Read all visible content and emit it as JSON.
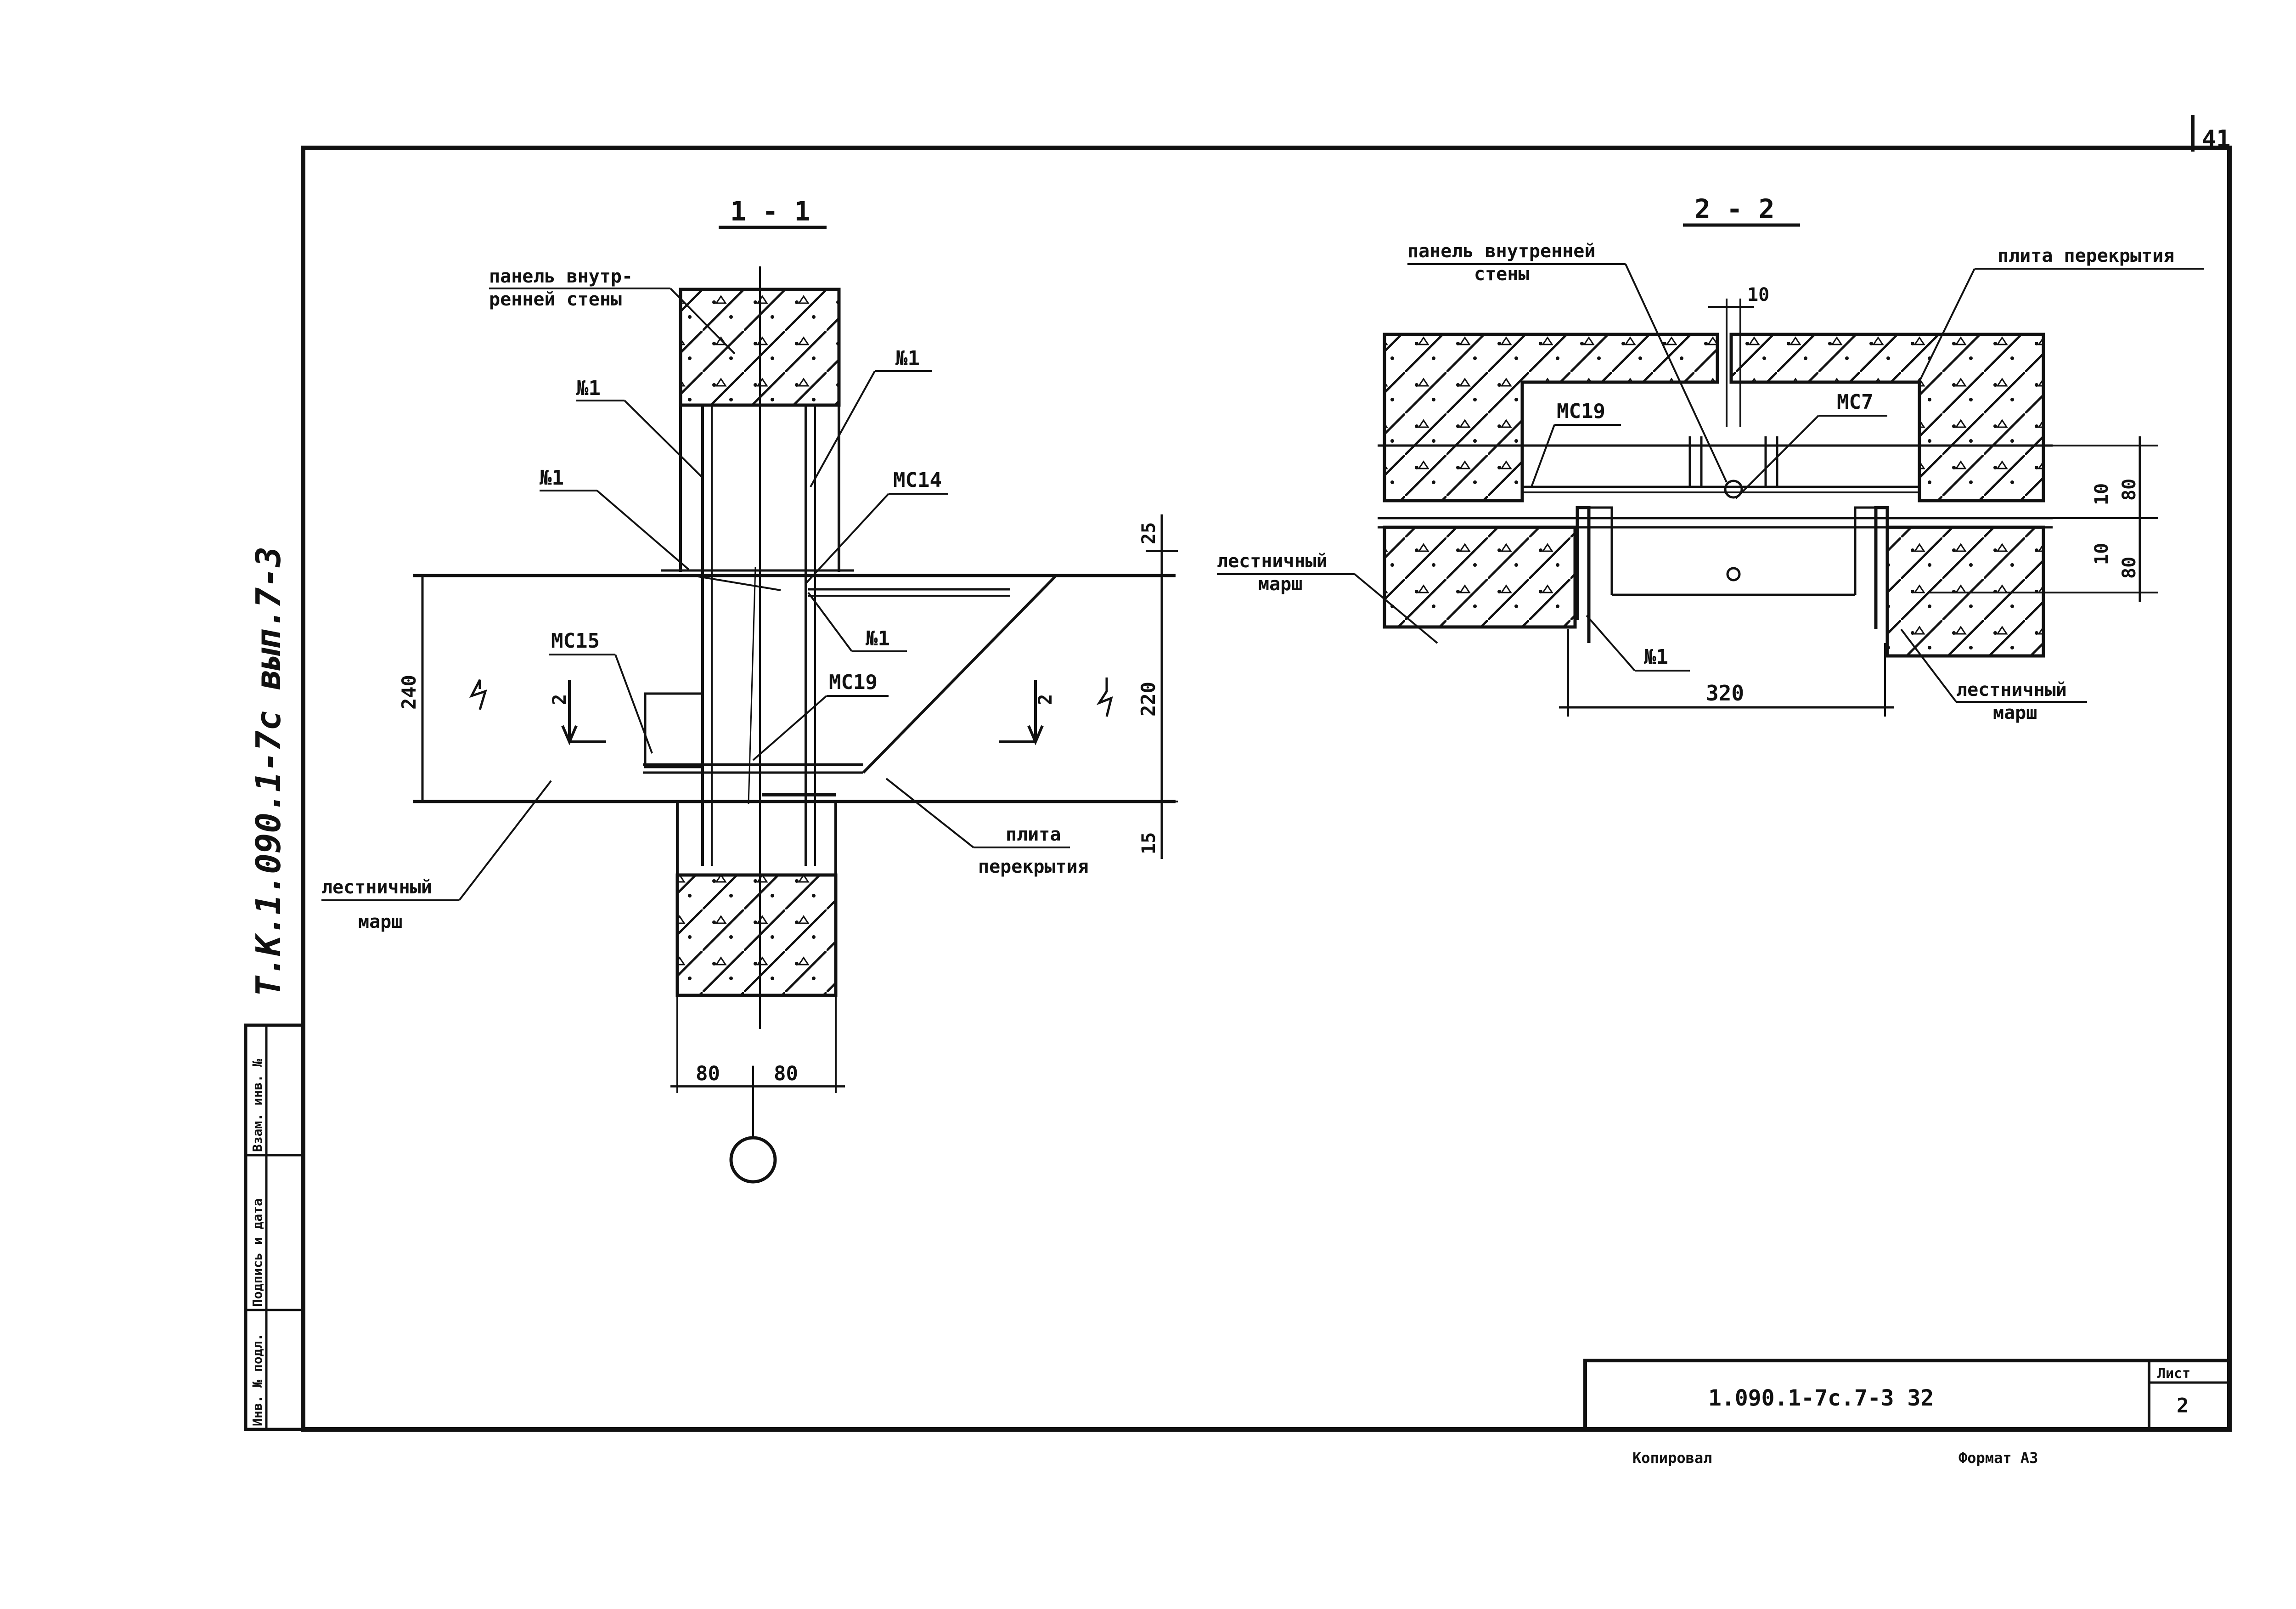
{
  "sheet": {
    "page_number": "41",
    "side_stamp": "Т.К.1.090.1-7с вып.7-3",
    "designation": "1.090.1-7с.7-3 32",
    "sheet_label": "Лист",
    "sheet_number": "2",
    "footer_copy": "Копировал",
    "footer_format": "Формат А3",
    "stamp_columns": [
      "Инв. № подл.",
      "Подпись и дата",
      "Взам. инв. №"
    ]
  },
  "section_1": {
    "title": "1 - 1",
    "labels": {
      "wall_panel": [
        "панель внутр-",
        "ренней стены"
      ],
      "w1_upper_left": "№1",
      "w1_upper_right": "№1",
      "w1_mid_left": "№1",
      "w1_lower": "№1",
      "mc14": "МС14",
      "mc15": "МС15",
      "mc19": "МС19",
      "stair_flight": [
        "лестничный",
        "марш"
      ],
      "floor_slab": [
        "плита",
        "перекрытия"
      ],
      "cut_mark_left": "2",
      "cut_mark_right": "2"
    },
    "dimensions": {
      "d240": "240",
      "d25": "25",
      "d220": "220",
      "d15": "15",
      "d80_left": "80",
      "d80_right": "80"
    }
  },
  "section_2": {
    "title": "2 - 2",
    "labels": {
      "wall_panel": [
        "панель внутренней",
        "стены"
      ],
      "floor_slab": "плита перекрытия",
      "mc19": "МС19",
      "mc7": "МС7",
      "stair_left": [
        "лестничный",
        "марш"
      ],
      "stair_right": [
        "лестничный",
        "марш"
      ],
      "w1": "№1"
    },
    "dimensions": {
      "d10_top": "10",
      "d10_a": "10",
      "d80_a": "80",
      "d10_b": "10",
      "d80_b": "80",
      "d320": "320"
    }
  }
}
